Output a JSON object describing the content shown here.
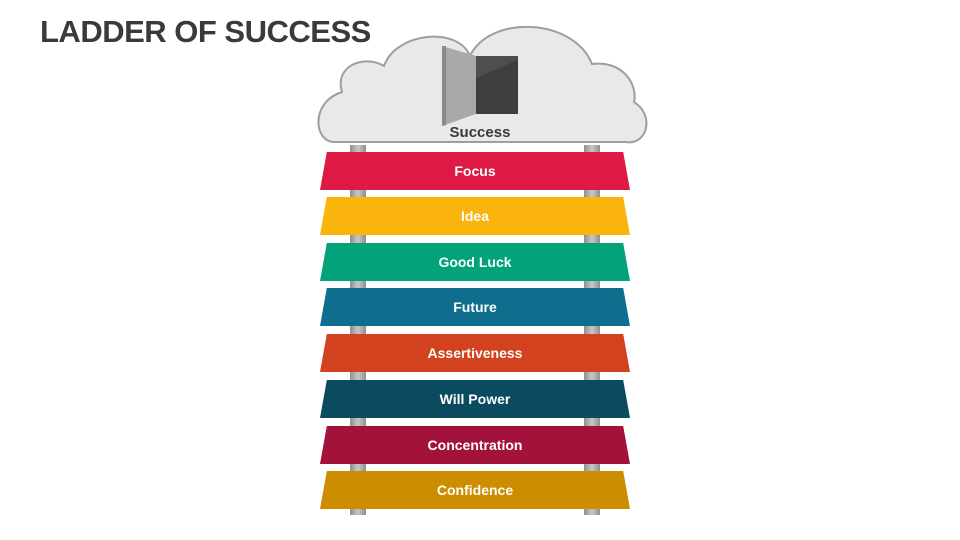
{
  "slide": {
    "title": "LADDER OF SUCCESS"
  },
  "cloud": {
    "label": "Success",
    "icon": "open-door-icon",
    "fill_color": "#e9e9e9",
    "stroke_color": "#9e9e9e"
  },
  "rungs": [
    {
      "label": "Focus",
      "color": "#dc1a44"
    },
    {
      "label": "Idea",
      "color": "#fbb30d"
    },
    {
      "label": "Good Luck",
      "color": "#02a27a"
    },
    {
      "label": "Future",
      "color": "#0f6d8d"
    },
    {
      "label": "Assertiveness",
      "color": "#d2421e"
    },
    {
      "label": "Will Power",
      "color": "#0b4b5f"
    },
    {
      "label": "Concentration",
      "color": "#a3123a"
    },
    {
      "label": "Confidence",
      "color": "#cc8d00"
    }
  ]
}
